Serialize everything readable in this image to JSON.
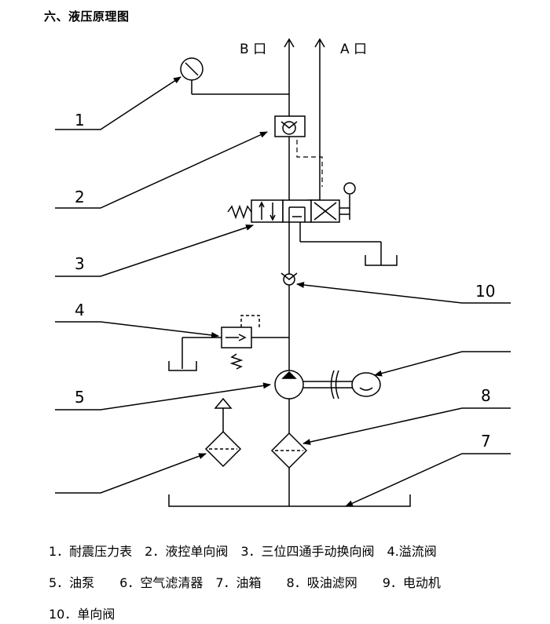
{
  "title": "六、液压原理图",
  "ports": {
    "b": "B 口",
    "a": "A 口"
  },
  "callouts": [
    "1",
    "2",
    "3",
    "4",
    "5",
    "8",
    "7",
    "10"
  ],
  "legend_lines": [
    "1．耐震压力表　2．液控单向阀　3．三位四通手动换向阀　4.溢流阀",
    "5．油泵　　6．空气滤清器　7．油箱　　8．吸油滤网　　9．电动机",
    "10．单向阀"
  ]
}
